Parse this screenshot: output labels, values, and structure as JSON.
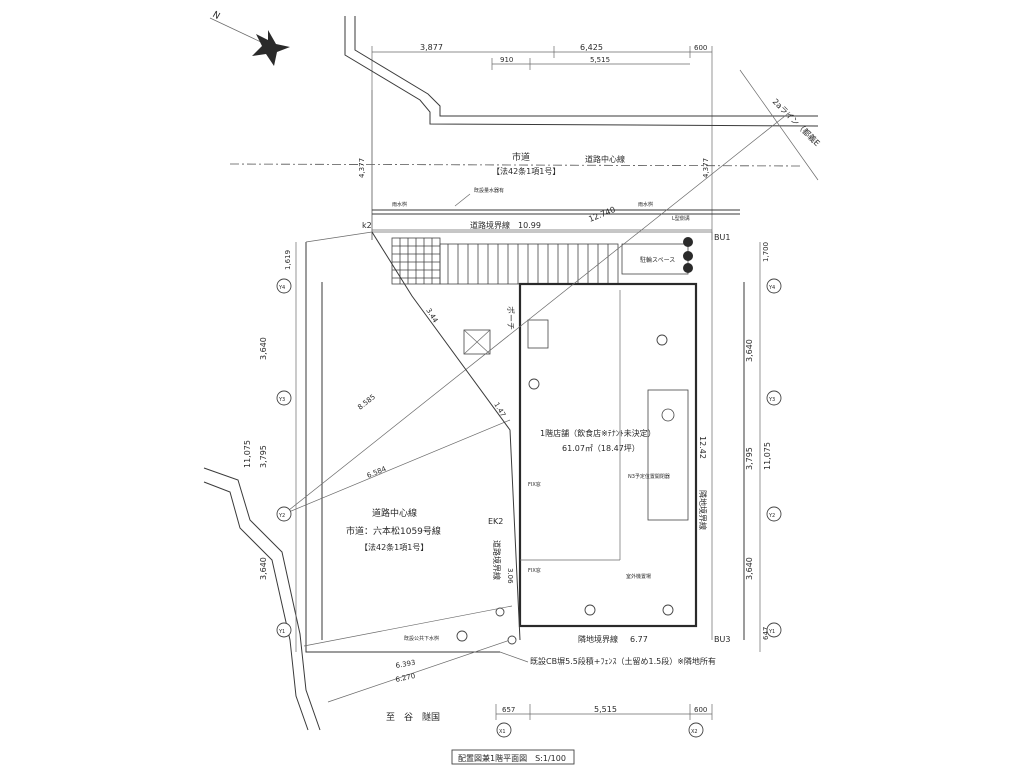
{
  "top_dims": {
    "overall": [
      "3,877",
      "6,425",
      "600"
    ],
    "inner": [
      "910",
      "5,515"
    ]
  },
  "bottom_dims": [
    "657",
    "5,515",
    "600"
  ],
  "left_dims": [
    "1,619",
    "3,640",
    "11,075",
    "3,795",
    "3,640"
  ],
  "right_dims": [
    "1,700",
    "3,640",
    "11,075",
    "3,795",
    "3,640",
    "647"
  ],
  "side_dims": {
    "left_top": "4,377",
    "right_top": "4,377"
  },
  "road_north": {
    "name": "市道",
    "law": "【法42条1項1号】",
    "centerline": "道路中心線"
  },
  "road_west": {
    "centerline": "道路中心線",
    "name": "市道：六本松1059号線",
    "law": "【法42条1項1号】"
  },
  "river": "至　谷　隧国",
  "line_2a": "2aライン（都義E",
  "boundaries": {
    "road_boundary": "道路境界線",
    "road_boundary_len": "10.99",
    "north_len": "12.740",
    "east_boundary": "隣地境界線",
    "east_len": "12.42",
    "south_boundary": "隣地境界線",
    "south_len": "6.77",
    "west_boundary": "道路境界線",
    "west_len": "3.06"
  },
  "points": {
    "k2": "k2",
    "bu1": "BU1",
    "bu3": "BU3",
    "ek2": "EK2"
  },
  "diagonals": [
    "8.585",
    "6.584",
    "6.393",
    "6.270",
    "1.47",
    "3.44"
  ],
  "room": {
    "title": "1階店舗（飲食店※ﾃﾅﾝﾄ未決定）",
    "area": "61.07㎡（18.47坪）",
    "porch": "ポーチ",
    "bike": "駐輪スペース",
    "ac_unit": "室外機置場",
    "sign_note": "N3予定位置開閉器"
  },
  "notes": {
    "fence": "既設CB塀5.5段積+ﾌｪﾝｽ（土留め1.5段）※隣地所有",
    "pole": "既設公共下水桝",
    "meter": "既設量水器有",
    "drain": "L型側溝",
    "hydrant": "雨水桝",
    "fire": "FIX窓",
    "gas": "FIX窓"
  },
  "grid_bubbles": {
    "left": [
      "Y4",
      "Y3",
      "Y2",
      "Y1"
    ],
    "right": [
      "Y4",
      "Y3",
      "Y2",
      "Y1"
    ],
    "bottom": [
      "X1",
      "X2"
    ]
  },
  "north": "N",
  "caption": "配置図兼1階平面図　S:1/100"
}
